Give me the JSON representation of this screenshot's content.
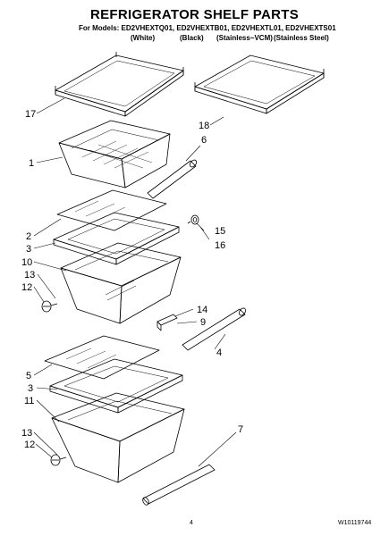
{
  "header": {
    "title": "REFRIGERATOR SHELF PARTS",
    "models": "For Models: ED2VHEXTQ01, ED2VHEXTB01, ED2VHEXTL01, ED2VHEXTS01",
    "variants": [
      "(White)",
      "(Black)",
      "(Stainless~VCM)",
      "(Stainless Steel)"
    ]
  },
  "callouts": [
    "17",
    "18",
    "6",
    "1",
    "2",
    "3",
    "15",
    "16",
    "10",
    "13",
    "12",
    "14",
    "9",
    "4",
    "5",
    "3",
    "11",
    "7",
    "13",
    "12"
  ],
  "footer": {
    "page_number": "4",
    "doc_number": "W10119744"
  }
}
